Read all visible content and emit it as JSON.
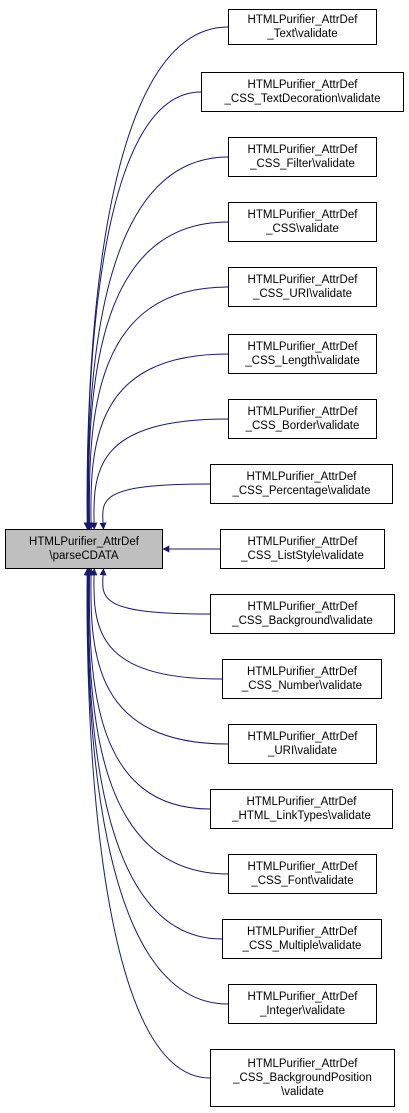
{
  "root": {
    "lines": [
      "HTMLPurifier_AttrDef",
      "\\parseCDATA"
    ],
    "fill": "#bfbfbf"
  },
  "callers": [
    {
      "lines": [
        "HTMLPurifier_AttrDef",
        "_Text\\validate"
      ]
    },
    {
      "lines": [
        "HTMLPurifier_AttrDef",
        "_CSS_TextDecoration\\validate"
      ]
    },
    {
      "lines": [
        "HTMLPurifier_AttrDef",
        "_CSS_Filter\\validate"
      ]
    },
    {
      "lines": [
        "HTMLPurifier_AttrDef",
        "_CSS\\validate"
      ]
    },
    {
      "lines": [
        "HTMLPurifier_AttrDef",
        "_CSS_URI\\validate"
      ]
    },
    {
      "lines": [
        "HTMLPurifier_AttrDef",
        "_CSS_Length\\validate"
      ]
    },
    {
      "lines": [
        "HTMLPurifier_AttrDef",
        "_CSS_Border\\validate"
      ]
    },
    {
      "lines": [
        "HTMLPurifier_AttrDef",
        "_CSS_Percentage\\validate"
      ]
    },
    {
      "lines": [
        "HTMLPurifier_AttrDef",
        "_CSS_ListStyle\\validate"
      ]
    },
    {
      "lines": [
        "HTMLPurifier_AttrDef",
        "_CSS_Background\\validate"
      ]
    },
    {
      "lines": [
        "HTMLPurifier_AttrDef",
        "_CSS_Number\\validate"
      ]
    },
    {
      "lines": [
        "HTMLPurifier_AttrDef",
        "_URI\\validate"
      ]
    },
    {
      "lines": [
        "HTMLPurifier_AttrDef",
        "_HTML_LinkTypes\\validate"
      ]
    },
    {
      "lines": [
        "HTMLPurifier_AttrDef",
        "_CSS_Font\\validate"
      ]
    },
    {
      "lines": [
        "HTMLPurifier_AttrDef",
        "_CSS_Multiple\\validate"
      ]
    },
    {
      "lines": [
        "HTMLPurifier_AttrDef",
        "_Integer\\validate"
      ]
    },
    {
      "lines": [
        "HTMLPurifier_AttrDef",
        "_CSS_BackgroundPosition",
        "\\validate"
      ]
    }
  ],
  "edge_color": "#191970"
}
